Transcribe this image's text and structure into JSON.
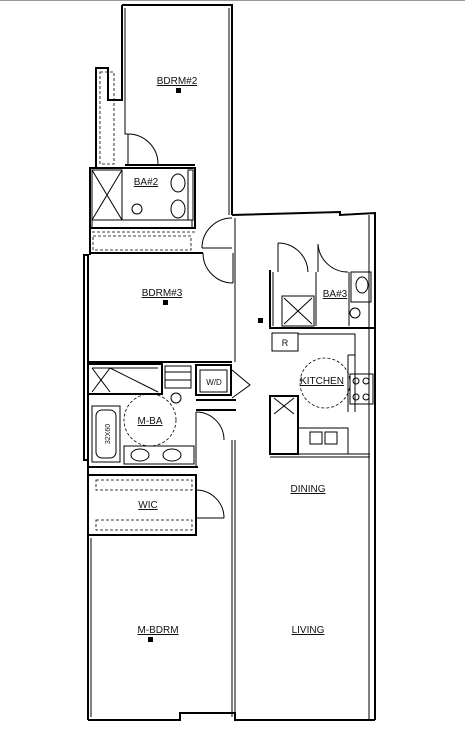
{
  "rooms": {
    "bdrm2": "BDRM#2",
    "ba2": "BA#2",
    "bdrm3": "BDRM#3",
    "ba3": "BA#3",
    "kitchen": "KITCHEN",
    "mba": "M-BA",
    "wic": "WIC",
    "dining": "DINING",
    "living": "LIVING",
    "mbdrm": "M-BDRM"
  },
  "fixtures": {
    "refrigerator": "R",
    "washer_dryer": "W/D",
    "tub_size": "32X60"
  }
}
